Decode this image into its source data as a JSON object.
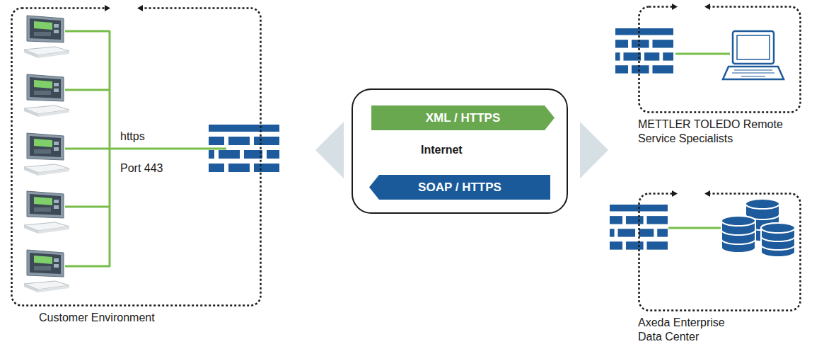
{
  "diagram": {
    "nodes": [
      {
        "text": [
          "Customer Environment"
        ]
      },
      {
        "text": [
          "Internet"
        ]
      },
      {
        "text": [
          "XML / HTTPS"
        ],
        "in": 1
      },
      {
        "text": [
          "SOAP / HTTPS"
        ],
        "in": 1
      },
      {
        "text": [
          "METTLER TOLEDO Remote Service Specialists"
        ]
      },
      {
        "text": [
          "Axeda Enterprise Data Center"
        ]
      }
    ],
    "labels": [
      "https",
      "Port 443"
    ]
  }
}
